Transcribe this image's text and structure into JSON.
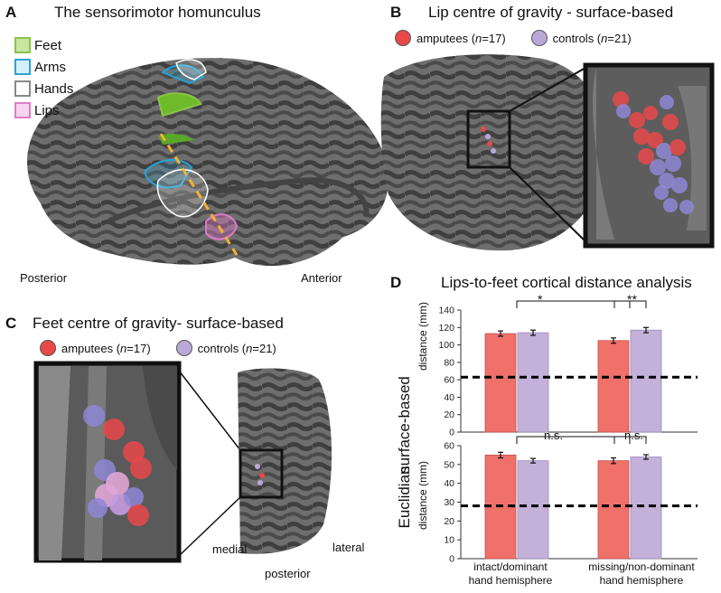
{
  "panelA": {
    "letter": "A",
    "title": "The sensorimotor homunculus",
    "legend": [
      {
        "label": "Feet",
        "color": "#8bc34a"
      },
      {
        "label": "Arms",
        "color": "#29a3d6"
      },
      {
        "label": "Hands",
        "color": "#888888"
      },
      {
        "label": "Lips",
        "color": "#e07bc8"
      }
    ],
    "posterior": "Posterior",
    "anterior": "Anterior"
  },
  "panelB": {
    "letter": "B",
    "title": "Lip centre of gravity - surface-based",
    "amputees": "amputees (",
    "controls": "controls (",
    "n_label": "n",
    "amputees_n": " =17)",
    "controls_n": " =21)"
  },
  "panelC": {
    "letter": "C",
    "title": "Feet centre of gravity- surface-based",
    "amputees": "amputees (",
    "controls": "controls (",
    "n_label": "n",
    "amputees_n": " =17)",
    "controls_n": " =21)",
    "medial": "medial",
    "lateral": "lateral",
    "posterior": "posterior"
  },
  "panelD": {
    "letter": "D",
    "title": "Lips-to-feet cortical distance analysis",
    "sig_top_left": "*",
    "sig_top_right": "**",
    "sig_bottom_left": "n.s.",
    "sig_bottom_right": "n.s.",
    "xlabel1_line1": "intact/dominant",
    "xlabel1_line2": "hand hemisphere",
    "xlabel2_line1": "missing/non-dominant",
    "xlabel2_line2": "hand hemisphere",
    "top_ylabel_big": "surface-based",
    "top_ylabel_small": "distance (mm)",
    "bottom_ylabel_big": "Euclidian",
    "bottom_ylabel_small": "distance (mm)"
  },
  "colors": {
    "amputees": "#f0706a",
    "controls": "#c4b1d9"
  },
  "chart_data": [
    {
      "type": "bar",
      "categories": [
        "intact/dominant hand hemisphere",
        "missing/non-dominant hand hemisphere"
      ],
      "series": [
        {
          "name": "amputees",
          "values": [
            113,
            105
          ],
          "errors": [
            3,
            3
          ]
        },
        {
          "name": "controls",
          "values": [
            114,
            117
          ],
          "errors": [
            3,
            3
          ]
        }
      ],
      "yticks": [
        "0",
        "20",
        "40",
        "60",
        "80",
        "100",
        "120",
        "140"
      ],
      "ylim": [
        0,
        140
      ],
      "reference_line": 63,
      "ylabel": "surface-based distance (mm)"
    },
    {
      "type": "bar",
      "categories": [
        "intact/dominant hand hemisphere",
        "missing/non-dominant hand hemisphere"
      ],
      "series": [
        {
          "name": "amputees",
          "values": [
            55,
            52
          ],
          "errors": [
            1.5,
            1.5
          ]
        },
        {
          "name": "controls",
          "values": [
            52,
            54
          ],
          "errors": [
            1.2,
            1.2
          ]
        }
      ],
      "yticks": [
        "0",
        "10",
        "20",
        "30",
        "40",
        "50",
        "60"
      ],
      "ylim": [
        0,
        60
      ],
      "reference_line": 28,
      "ylabel": "Euclidian distance (mm)"
    }
  ]
}
